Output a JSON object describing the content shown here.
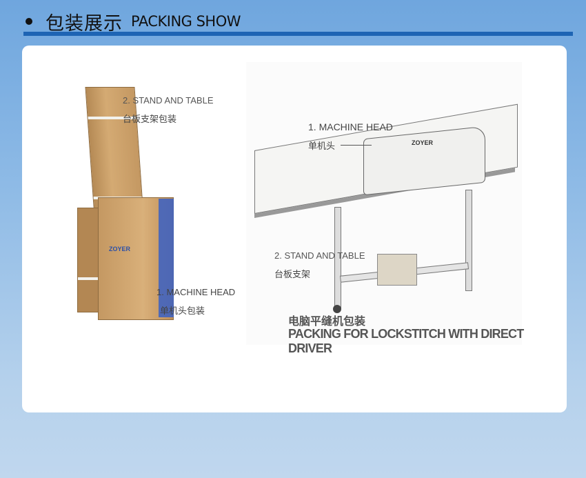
{
  "header": {
    "title_cn": "包装展示",
    "title_en": "PACKING SHOW",
    "accent_color": "#1e64b4"
  },
  "left_photo": {
    "box_brand": "ZOYER",
    "labels": [
      {
        "en": "2. STAND AND TABLE",
        "cn": "台板支架包装"
      },
      {
        "en": "1. MACHINE HEAD",
        "cn": "单机头包装"
      }
    ]
  },
  "right_drawing": {
    "machine_brand": "ZOYER",
    "labels": [
      {
        "en": "1. MACHINE HEAD",
        "cn": "单机头"
      },
      {
        "en": "2. STAND AND TABLE",
        "cn": "台板支架"
      }
    ],
    "caption_cn": "电脑平缝机包装",
    "caption_en": "PACKING FOR LOCKSTITCH WITH DIRECT DRIVER"
  }
}
